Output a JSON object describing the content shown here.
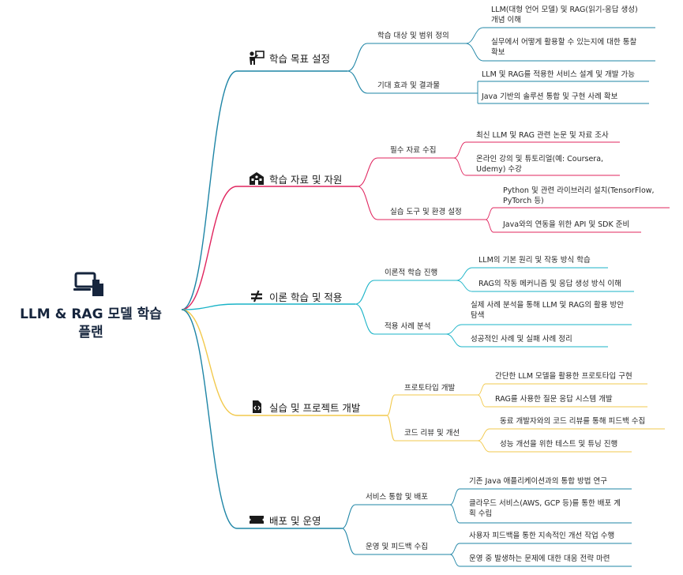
{
  "root": {
    "title_line1": "LLM & RAG 모델 학습",
    "title_line2": "플랜",
    "icon": "devices-icon"
  },
  "colors": {
    "blue": "#1e85a6",
    "red": "#e0245e",
    "yellow": "#f2c94c",
    "cyan": "#19b3c7",
    "root_text": "#16253d"
  },
  "branches": [
    {
      "label": "학습 목표 설정",
      "icon": "teacher-icon",
      "color": "#1e85a6",
      "subs": [
        {
          "label": "학습 대상 및 범위 정의",
          "leaves": [
            "LLM(대형 언어 모델) 및 RAG(읽기-응답 생성) 개념 이해",
            "실무에서 어떻게 활용할 수 있는지에 대한 통찰 확보"
          ]
        },
        {
          "label": "기대 효과 및 결과물",
          "leaves": [
            "LLM 및 RAG를 적용한 서비스 설계 및 개발 가능",
            "Java 기반의 솔루션 통합 및 구현 사례 확보"
          ]
        }
      ]
    },
    {
      "label": "학습 자료 및 자원",
      "icon": "school-icon",
      "color": "#e0245e",
      "subs": [
        {
          "label": "필수 자료 수집",
          "leaves": [
            "최신 LLM 및 RAG 관련 논문 및 자료 조사",
            "온라인 강의 및 튜토리얼(예: Coursera, Udemy) 수강"
          ]
        },
        {
          "label": "실습 도구 및 환경 설정",
          "leaves": [
            "Python 및 관련 라이브러리 설치(TensorFlow, PyTorch 등)",
            "Java와의 연동을 위한 API 및 SDK 준비"
          ]
        }
      ]
    },
    {
      "label": "이론 학습 및 적용",
      "icon": "not-equal-icon",
      "color": "#19b3c7",
      "subs": [
        {
          "label": "이론적 학습 진행",
          "leaves": [
            "LLM의 기본 원리 및 작동 방식 학습",
            "RAG의 작동 메커니즘 및 응답 생성 방식 이해"
          ]
        },
        {
          "label": "적용 사례 분석",
          "leaves": [
            "실제 사례 분석을 통해 LLM 및 RAG의 활용 방안 탐색",
            "성공적인 사례 및 실패 사례 정리"
          ]
        }
      ]
    },
    {
      "label": "실습 및 프로젝트 개발",
      "icon": "code-file-icon",
      "color": "#f2c94c",
      "subs": [
        {
          "label": "프로토타입 개발",
          "leaves": [
            "간단한 LLM 모델을 활용한 프로토타입 구현",
            "RAG를 사용한 질문 응답 시스템 개발"
          ]
        },
        {
          "label": "코드 리뷰 및 개선",
          "leaves": [
            "동료 개발자와의 코드 리뷰를 통해 피드백 수집",
            "성능 개선을 위한 테스트 및 튜닝 진행"
          ]
        }
      ]
    },
    {
      "label": "배포 및 운영",
      "icon": "ticket-icon",
      "color": "#1e85a6",
      "subs": [
        {
          "label": "서비스 통합 및 배포",
          "leaves": [
            "기존 Java 애플리케이션과의 통합 방법 연구",
            "클라우드 서비스(AWS, GCP 등)를 통한 배포 계획 수립"
          ]
        },
        {
          "label": "운영 및 피드백 수집",
          "leaves": [
            "사용자 피드백을 통한 지속적인 개선 작업 수행",
            "운영 중 발생하는 문제에 대한 대응 전략 마련"
          ]
        }
      ]
    }
  ]
}
